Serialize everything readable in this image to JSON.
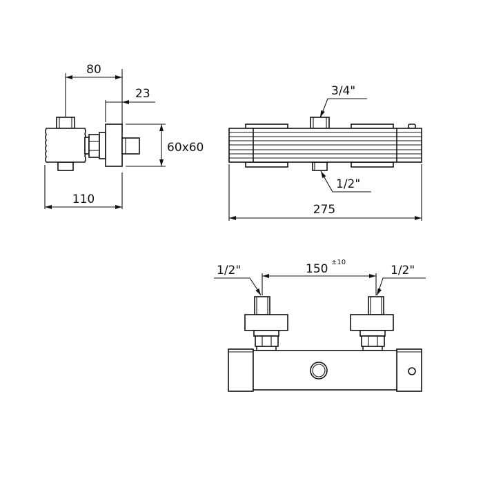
{
  "side_view": {
    "dim_depth_total": "80",
    "dim_flange": "23",
    "dim_flange_size": "60x60",
    "dim_overall": "110"
  },
  "top_view": {
    "outlet_size": "3/4\"",
    "inlet_size": "1/2\"",
    "dim_length": "275"
  },
  "front_view": {
    "left_inlet_size": "1/2\"",
    "right_inlet_size": "1/2\"",
    "dim_centers": "150",
    "dim_tolerance": "±10"
  }
}
